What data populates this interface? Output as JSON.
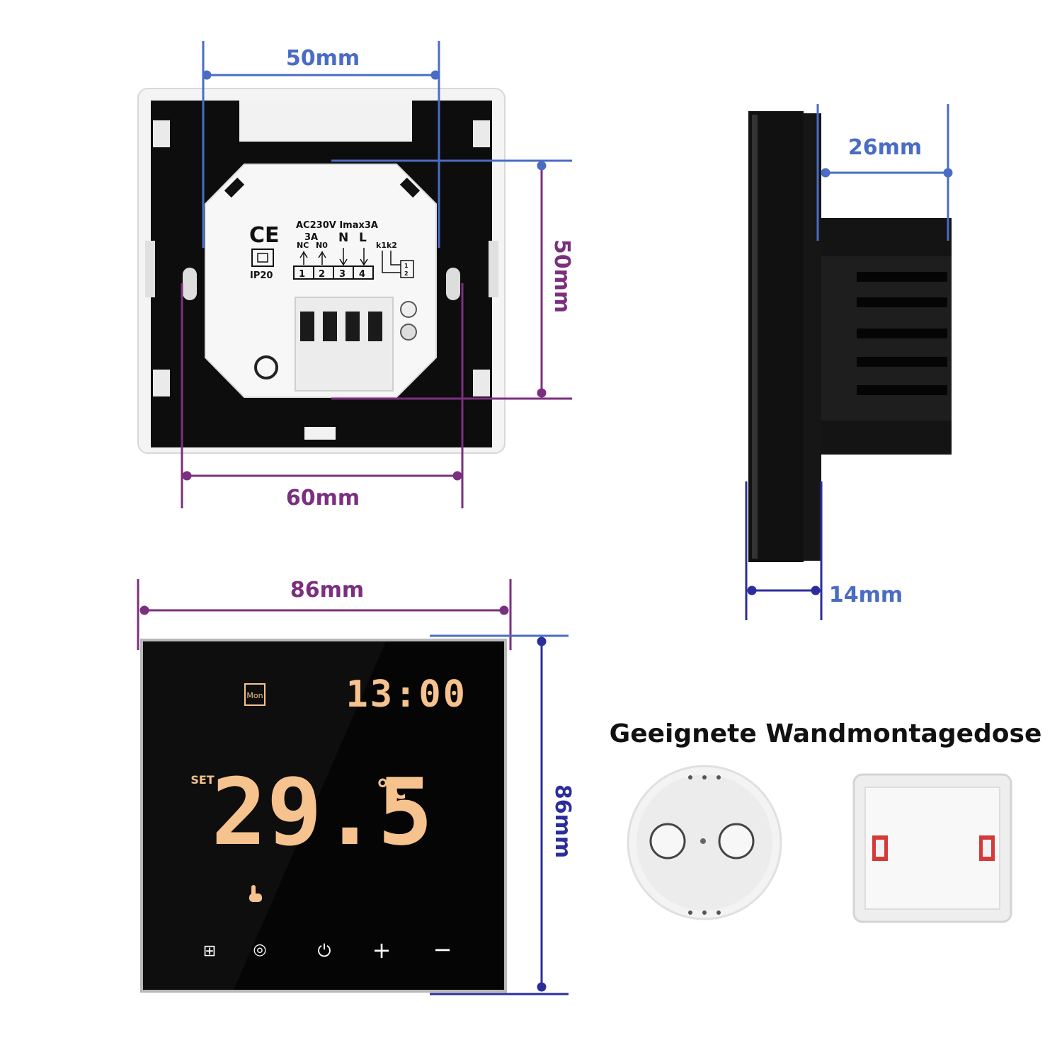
{
  "colors": {
    "blue": "#4a6cc4",
    "purple": "#7b2f7f",
    "navy": "#2b2e9a",
    "display_amber": "#f6c28d",
    "device_black": "#111111"
  },
  "dimensions": {
    "back_module_width": "50mm",
    "back_module_height": "50mm",
    "screw_spacing": "60mm",
    "front_width": "86mm",
    "front_height": "86mm",
    "side_depth_body": "26mm",
    "side_depth_panel": "14mm"
  },
  "back_label": {
    "ce_mark": "CE",
    "ip_rating": "IP20",
    "rating": "AC230V Imax3A",
    "current": "3A",
    "nc": "NC",
    "no": "N0",
    "n": "N",
    "l": "L",
    "k1k2": "k1k2",
    "terminal_1": "1",
    "terminal_2": "2",
    "terminal_3": "3",
    "terminal_4": "4",
    "sensor_1": "1",
    "sensor_2": "2"
  },
  "display": {
    "day": "Mon",
    "time": "13:00",
    "set_label": "SET",
    "temperature": "29.5",
    "unit": "°C",
    "buttons": [
      {
        "icon": "menu-grid-icon",
        "glyph": "⊞"
      },
      {
        "icon": "mode-icon",
        "glyph": "◎"
      },
      {
        "icon": "power-icon",
        "glyph": "⏻"
      },
      {
        "icon": "plus-icon",
        "glyph": "+"
      },
      {
        "icon": "minus-icon",
        "glyph": "−"
      }
    ]
  },
  "wall_box": {
    "heading": "Geeignete Wandmontagedose"
  }
}
